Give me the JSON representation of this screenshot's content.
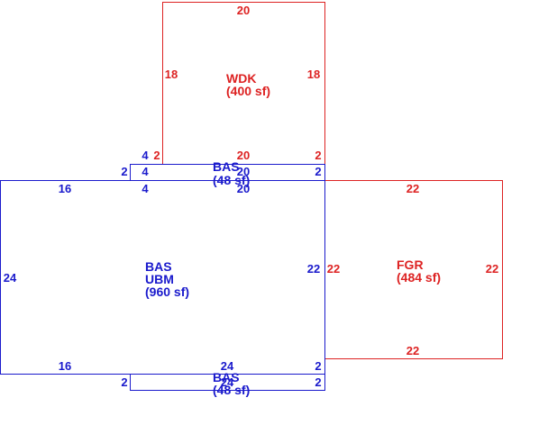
{
  "colors": {
    "blue": "#1a1acc",
    "red": "#dd2222"
  },
  "areas": {
    "wdk": {
      "name": "WDK",
      "area": "(400 sf)"
    },
    "bas_top": {
      "name": "BAS",
      "area": "(48 sf)"
    },
    "bas_main": {
      "name": "BAS",
      "sub": "UBM",
      "area": "(960 sf)"
    },
    "fgr": {
      "name": "FGR",
      "area": "(484 sf)"
    },
    "bas_bottom": {
      "name": "BAS",
      "area": "(48 sf)"
    }
  },
  "dims": {
    "wdk_top": "20",
    "wdk_left": "18",
    "wdk_right": "18",
    "wdk_bottom": "20",
    "wdk_bottom_right": "2",
    "wdk_bottom_left": "2",
    "bas_top_left_4": "4",
    "bas_top_left_4b": "4",
    "bas_top_left_2": "2",
    "bas_top_20": "20",
    "bas_top_right_2": "2",
    "main_top_left": "16",
    "main_top_4": "4",
    "main_top_20": "20",
    "main_left": "24",
    "main_right": "22",
    "main_bottom_left": "16",
    "main_bottom_24": "24",
    "main_bottom_right_2": "2",
    "bas_bot_left_2": "2",
    "bas_bot_24": "24",
    "bas_bot_right_2": "2",
    "fgr_top": "22",
    "fgr_left": "22",
    "fgr_right": "22",
    "fgr_bottom": "22"
  }
}
